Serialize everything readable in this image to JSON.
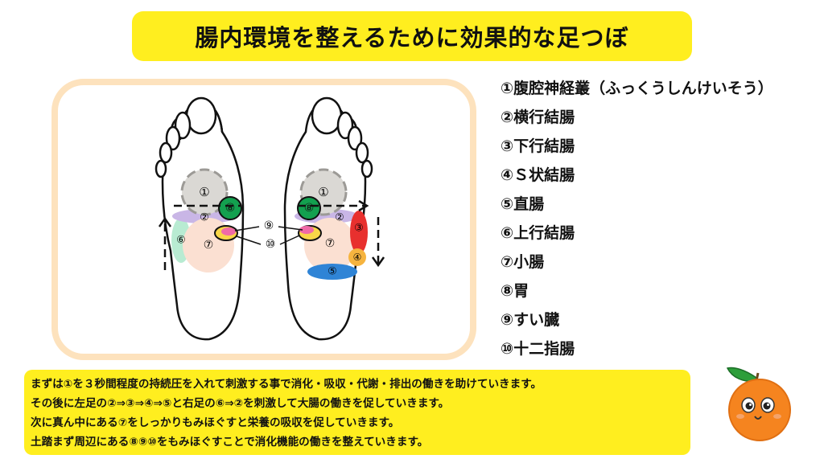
{
  "title": "腸内環境を整えるために効果的な足つぼ",
  "legend": [
    "①腹腔神経叢（ふっくうしんけいそう）",
    "②横行結腸",
    "③下行結腸",
    "④Ｓ状結腸",
    "⑤直腸",
    "⑥上行結腸",
    "⑦小腸",
    "⑧胃",
    "⑨すい臓",
    "⑩十二指腸"
  ],
  "diagram_labels": {
    "n1": "①",
    "n2": "②",
    "n3": "③",
    "n4": "④",
    "n5": "⑤",
    "n6": "⑥",
    "n7": "⑦",
    "n8": "⑧",
    "n9": "⑨",
    "n10": "⑩"
  },
  "notes": [
    "まずは①を３秒間程度の持続圧を入れて刺激する事で消化・吸収・代謝・排出の働きを助けていきます。",
    "その後に左足の②⇒③⇒④⇒⑤と右足の⑥⇒②を刺激して大腸の働きを促していきます。",
    "次に真ん中にある⑦をしっかりもみほぐすと栄養の吸収を促していきます。",
    "土踏まず周辺にある⑧⑨⑩をもみほぐすことで消化機能の働きを整えていきます。"
  ],
  "colors": {
    "title_bg": "#ffee1f",
    "panel_border": "#fde2bd",
    "celiac": "#dad8d4",
    "transverse_colon": "#c9b6e6",
    "descending_colon": "#e8302e",
    "sigmoid_colon": "#f6b43f",
    "rectum": "#2f84d6",
    "ascending_colon": "#b8ebd2",
    "small_intestine": "#fbe0d2",
    "stomach": "#13a04f",
    "pancreas": "#f06aa7",
    "duodenum": "#f8d648",
    "mascot_orange": "#f5841f"
  }
}
